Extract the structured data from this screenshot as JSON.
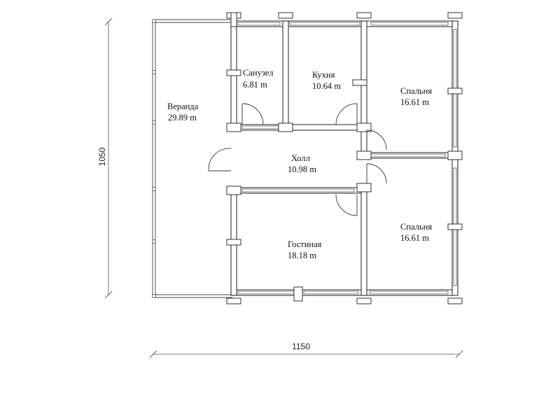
{
  "dimensions": {
    "height_label": "1050",
    "width_label": "1150"
  },
  "rooms": {
    "veranda": {
      "name": "Веранда",
      "area": "29.89 m"
    },
    "bathroom": {
      "name": "Санузел",
      "area": "6.81 m"
    },
    "kitchen": {
      "name": "Кухня",
      "area": "10.64 m"
    },
    "bedroom1": {
      "name": "Спальня",
      "area": "16.61 m"
    },
    "hall": {
      "name": "Холл",
      "area": "10.98 m"
    },
    "bedroom2": {
      "name": "Спальня",
      "area": "16.61 m"
    },
    "living": {
      "name": "Гостиная",
      "area": "18.18 m"
    }
  },
  "colors": {
    "line": "#333333",
    "background": "#ffffff"
  }
}
